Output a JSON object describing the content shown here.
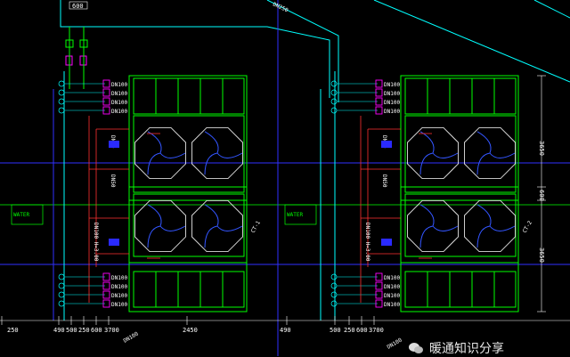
{
  "colors": {
    "background": "#000000",
    "equipment": "#00ff00",
    "pipe_cyan": "#00ffff",
    "pipe_blue": "#3030ff",
    "fan_blade": "#3355ff",
    "valve_magenta": "#ff00ff",
    "pipe_red": "#ff3030",
    "dimension": "#ffffff"
  },
  "labels": {
    "top_dim": "600",
    "pipe_dn250": "DN250",
    "left_unit_code": "CT-1",
    "right_unit_code": "CT-2",
    "valves_top": [
      "DN100",
      "DN100",
      "DN100",
      "DN100"
    ],
    "valves_bottom": [
      "DN100",
      "DN100",
      "DN100",
      "DN100"
    ],
    "red_dn": [
      "DN50",
      "DN50",
      "DN50",
      "DN50"
    ],
    "vertical_tag": "DN100 H=3.00",
    "side_green": "WATER",
    "right_dims": [
      "3650",
      "600",
      "3650"
    ],
    "bottom_dn": "DN100"
  },
  "dimensions_bottom": [
    "250",
    "490",
    "500",
    "250",
    "600",
    "3700",
    "2450",
    "490",
    "500",
    "250",
    "600",
    "3700"
  ],
  "watermark": "暖通知识分享",
  "units": [
    {
      "code": "CT-1",
      "fans": 4
    },
    {
      "code": "CT-2",
      "fans": 4
    }
  ]
}
